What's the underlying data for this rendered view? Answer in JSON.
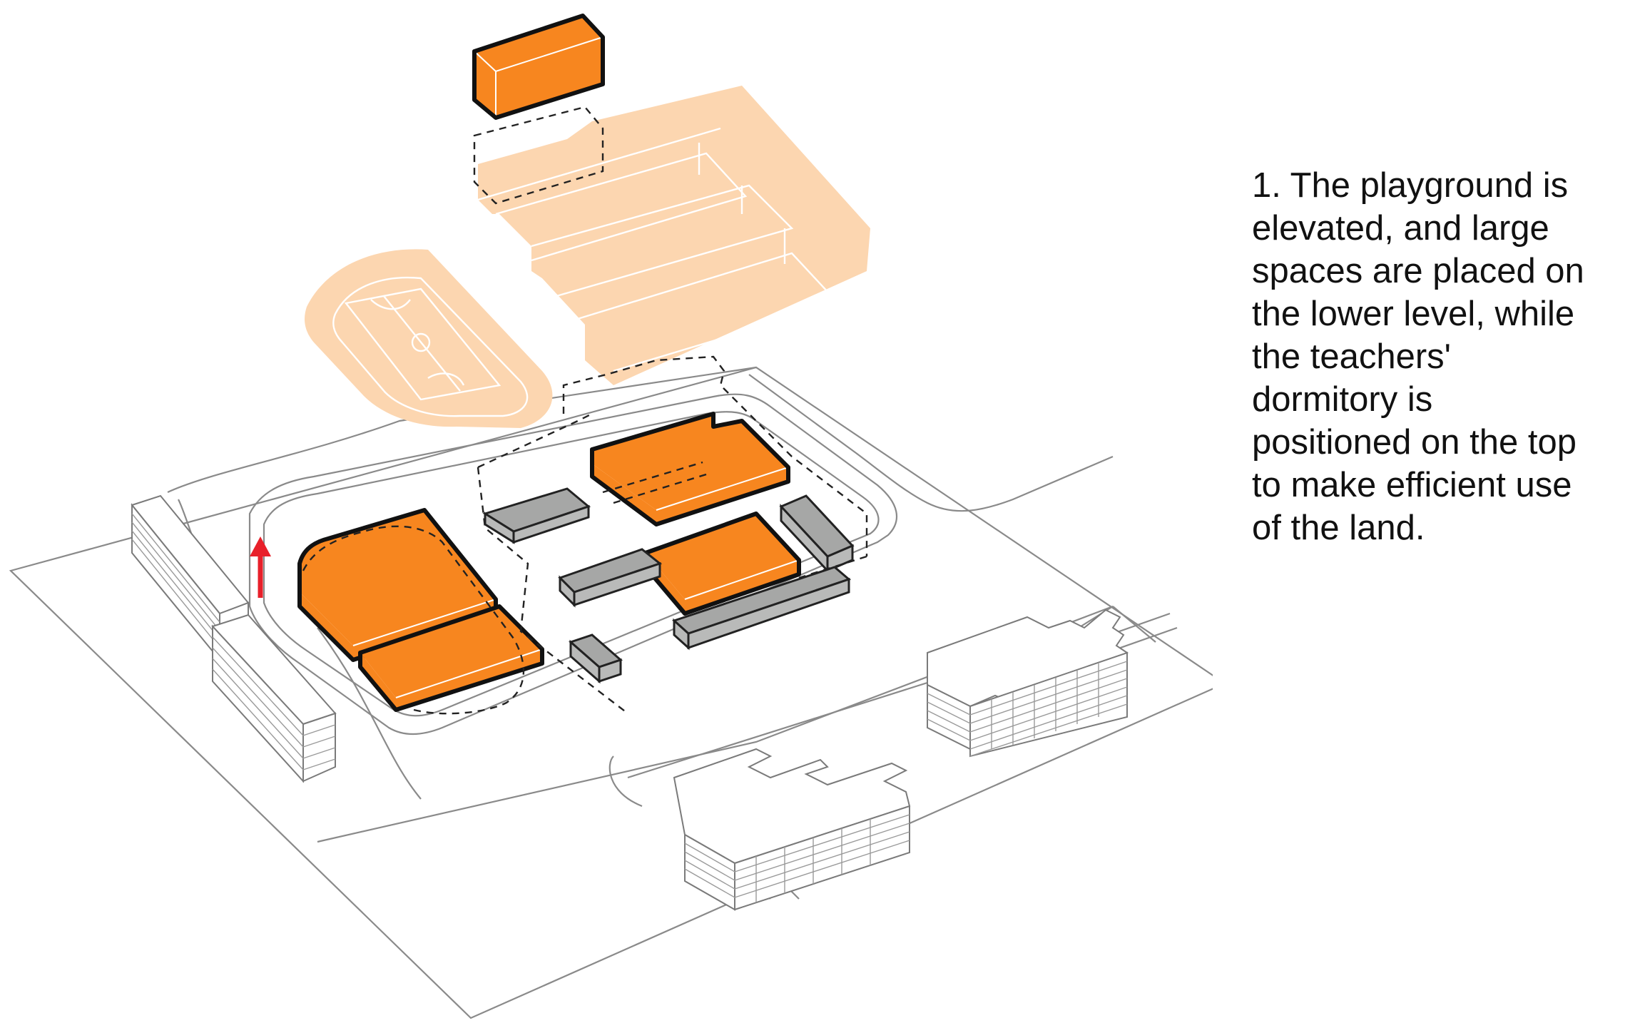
{
  "caption": {
    "lines": [
      "1. The playground is",
      "elevated, and large",
      "spaces are placed on",
      "the lower level, while",
      "the teachers'",
      "dormitory is",
      "positioned on the top",
      "to make efficient use",
      "of the land."
    ]
  },
  "colors": {
    "program_block": "#F7861F",
    "elevated_layer": "#FCD6B0",
    "service_block": "#A6A7A6",
    "arrow": "#E8202A",
    "context_line": "#8A8A8A",
    "outline": "#111111"
  }
}
